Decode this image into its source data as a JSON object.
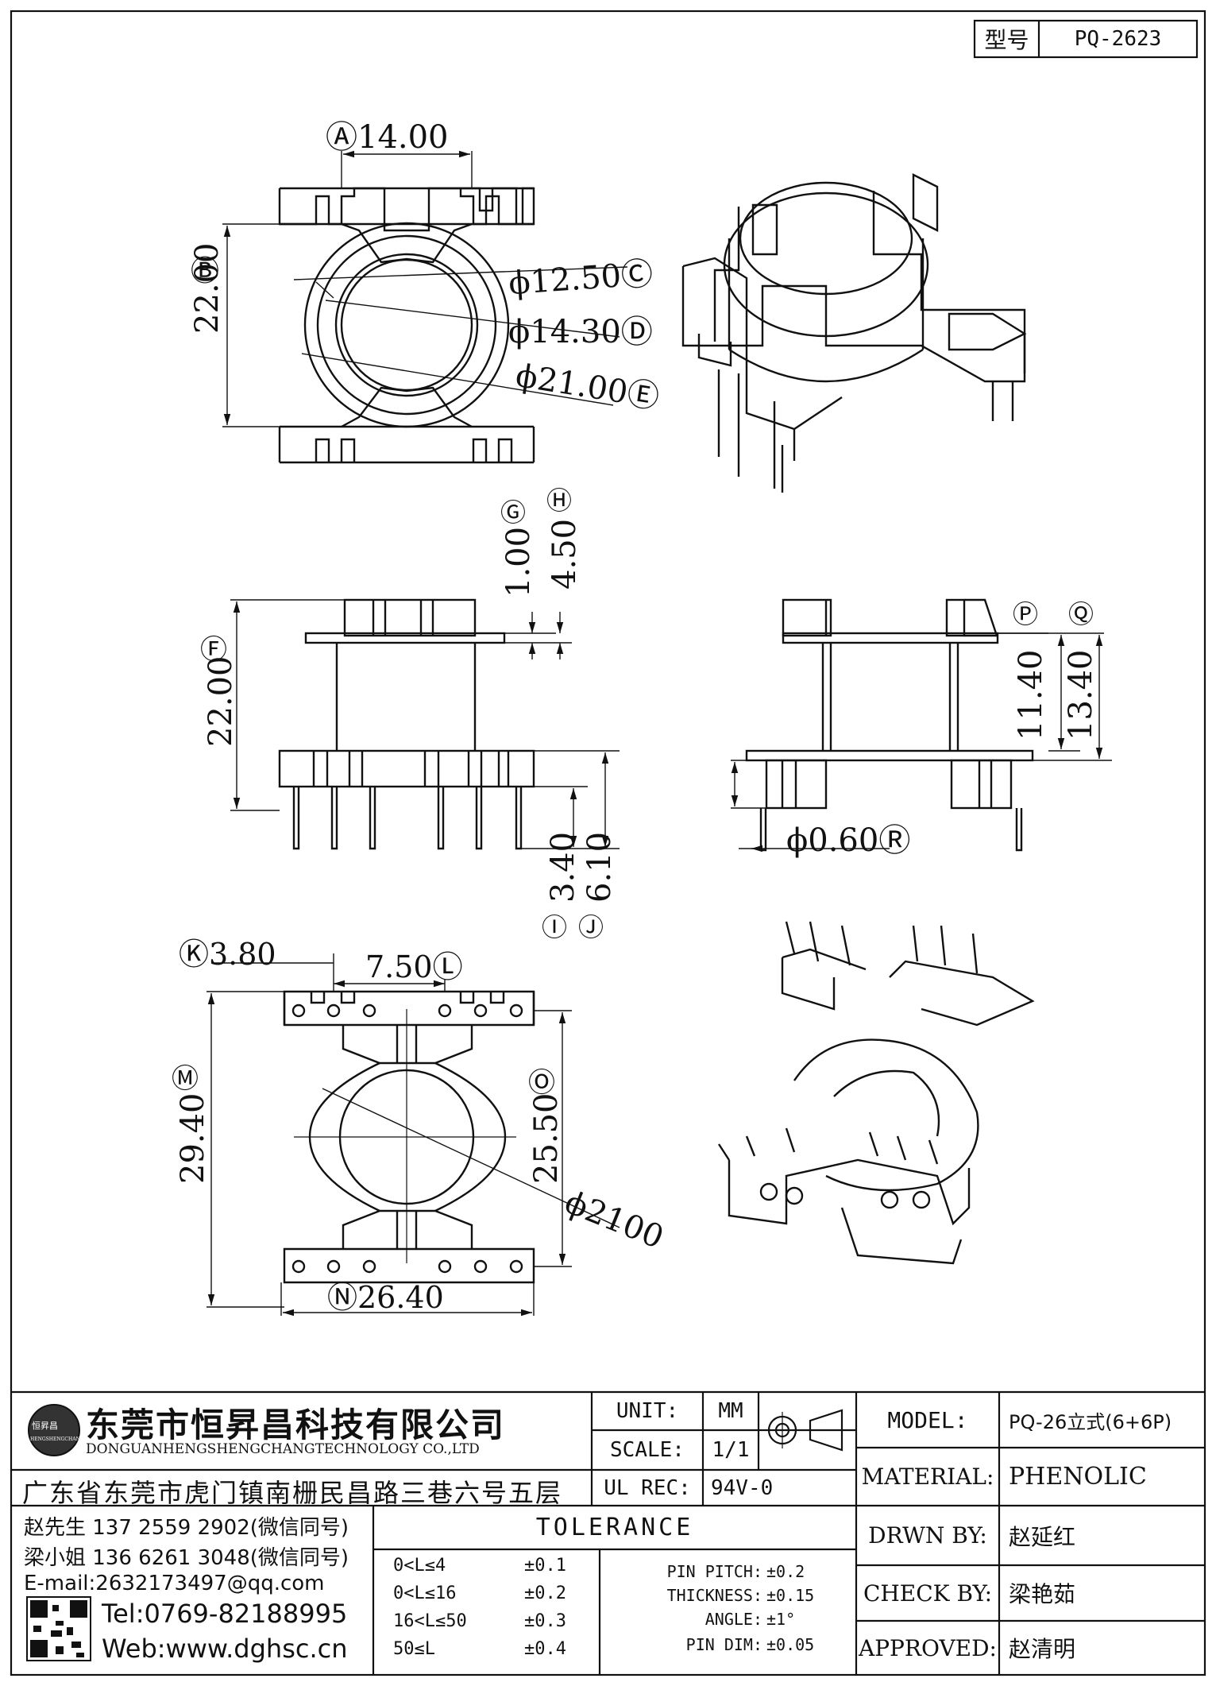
{
  "header": {
    "type_label": "型号",
    "type_value": "PQ-2623"
  },
  "dims": {
    "A": "Ⓐ14.00",
    "B": "Ⓑ",
    "B_val": "22.00",
    "C": "ϕ12.50Ⓒ",
    "D": "ϕ14.30Ⓓ",
    "E": "ϕ21.00Ⓔ",
    "F": "Ⓕ",
    "F_val": "22.00",
    "G": "Ⓖ",
    "G_val": "1.00",
    "H": "Ⓗ",
    "H_val": "4.50",
    "I": "Ⓘ",
    "I_val": "3.40",
    "J": "Ⓙ",
    "J_val": "6.10",
    "P": "Ⓟ",
    "P_val": "11.40",
    "Q": "Ⓠ",
    "Q_val": "13.40",
    "R": "ϕ0.60Ⓡ",
    "K": "Ⓚ3.80",
    "L": "7.50Ⓛ",
    "M": "Ⓜ",
    "M_val": "29.40",
    "O": "Ⓞ",
    "O_val": "25.50",
    "E2": "ϕ2100",
    "N": "Ⓝ26.40"
  },
  "company": {
    "name_cn": "东莞市恒昇昌科技有限公司",
    "name_en": "DONGUANHENGSHENGCHANGTECHNOLOGY CO.,LTD",
    "address": "广东省东莞市虎门镇南栅民昌路三巷六号五层",
    "contact1": "赵先生 137 2559 2902(微信同号)",
    "contact2": "梁小姐 136 6261 3048(微信同号)",
    "email": "E-mail:2632173497@qq.com",
    "tel": "Tel:0769-82188995",
    "web": "Web:www.dghsc.cn",
    "logo_text": "恒昇昌",
    "logo_sub": "HENGSHENGCHANG"
  },
  "spec": {
    "unit_label": "UNIT:",
    "unit_value": "MM",
    "scale_label": "SCALE:",
    "scale_value": "1/1",
    "ulrec_label": "UL REC:",
    "ulrec_value": "94V-0"
  },
  "tolerance": {
    "title": "TOLERANCE",
    "rows": [
      {
        "range": "0<L≤4",
        "tol": "±0.1"
      },
      {
        "range": "0<L≤16",
        "tol": "±0.2"
      },
      {
        "range": "16<L≤50",
        "tol": "±0.3"
      },
      {
        "range": "50≤L",
        "tol": "±0.4"
      }
    ],
    "extra": [
      {
        "label": "PIN PITCH:",
        "tol": "±0.2"
      },
      {
        "label": "THICKNESS:",
        "tol": "±0.15"
      },
      {
        "label": "ANGLE:",
        "tol": "±1°"
      },
      {
        "label": "PIN DIM:",
        "tol": "±0.05"
      }
    ]
  },
  "titleblock": {
    "model_label": "MODEL:",
    "model_value": "PQ-26立式(6+6P)",
    "material_label": "MATERIAL:",
    "material_value": "PHENOLIC",
    "drawn_label": "DRWN BY:",
    "drawn_value": "赵延红",
    "check_label": "CHECK BY:",
    "check_value": "梁艳茹",
    "approved_label": "APPROVED:",
    "approved_value": "赵清明"
  }
}
